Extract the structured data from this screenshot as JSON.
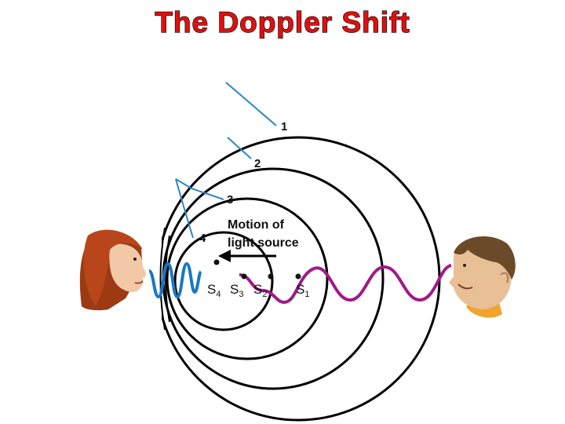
{
  "title": "The Doppler Shift",
  "wavefront_labels": [
    "1",
    "2",
    "3",
    "4"
  ],
  "motion_label_line1": "Motion of",
  "motion_label_line2": "light source",
  "source_labels": [
    {
      "letter": "S",
      "sub": "4"
    },
    {
      "letter": "S",
      "sub": "3"
    },
    {
      "letter": "S",
      "sub": "2"
    },
    {
      "letter": "S",
      "sub": "1"
    }
  ],
  "colors": {
    "title": "#e01010",
    "wavefronts": "#000000",
    "pointer_lines": "#2a86c8",
    "compressed_wave": "#1a78c2",
    "stretched_wave": "#a01b86"
  },
  "icons": [
    "woman-observer-icon",
    "man-observer-icon",
    "motion-arrow-icon"
  ]
}
